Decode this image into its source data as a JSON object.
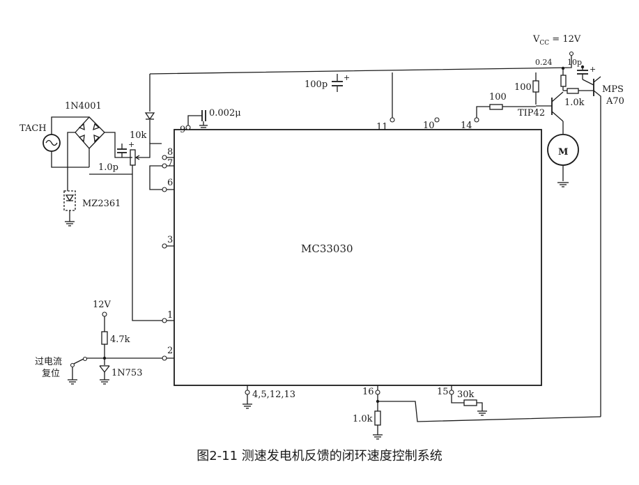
{
  "labels": {
    "vcc": "V",
    "vcc_sub": "CC",
    "vcc_val": " = 12V",
    "r024": "0.24",
    "c10p": "10p",
    "r100_top": "100",
    "r100_mid": "100",
    "mps": "MPS",
    "a70": "A70",
    "r10k_q": "1.0k",
    "tip42": "TIP42",
    "motor": "M",
    "c100p": "100p",
    "c0002": "0.002μ",
    "tach": "TACH",
    "d1n4001": "1N4001",
    "r10k_pot": "10k",
    "c1_0p": "1.0p",
    "mz2361": "MZ2361",
    "ic_name": "MC33030",
    "v12": "12V",
    "r47k": "4.7k",
    "reset_line1": "过电流",
    "reset_line2": "复位",
    "d1n753": "1N753",
    "gnd_pins": "4,5,12,13",
    "r1_0k_bot": "1.0k",
    "r30k": "30k"
  },
  "pins": {
    "p1": "1",
    "p2": "2",
    "p3": "3",
    "p6": "6",
    "p7": "7",
    "p8": "8",
    "p9": "9",
    "p10": "10",
    "p11": "11",
    "p14": "14",
    "p15": "15",
    "p16": "16"
  },
  "caption": "图2-11  测速发电机反馈的闭环速度控制系统"
}
